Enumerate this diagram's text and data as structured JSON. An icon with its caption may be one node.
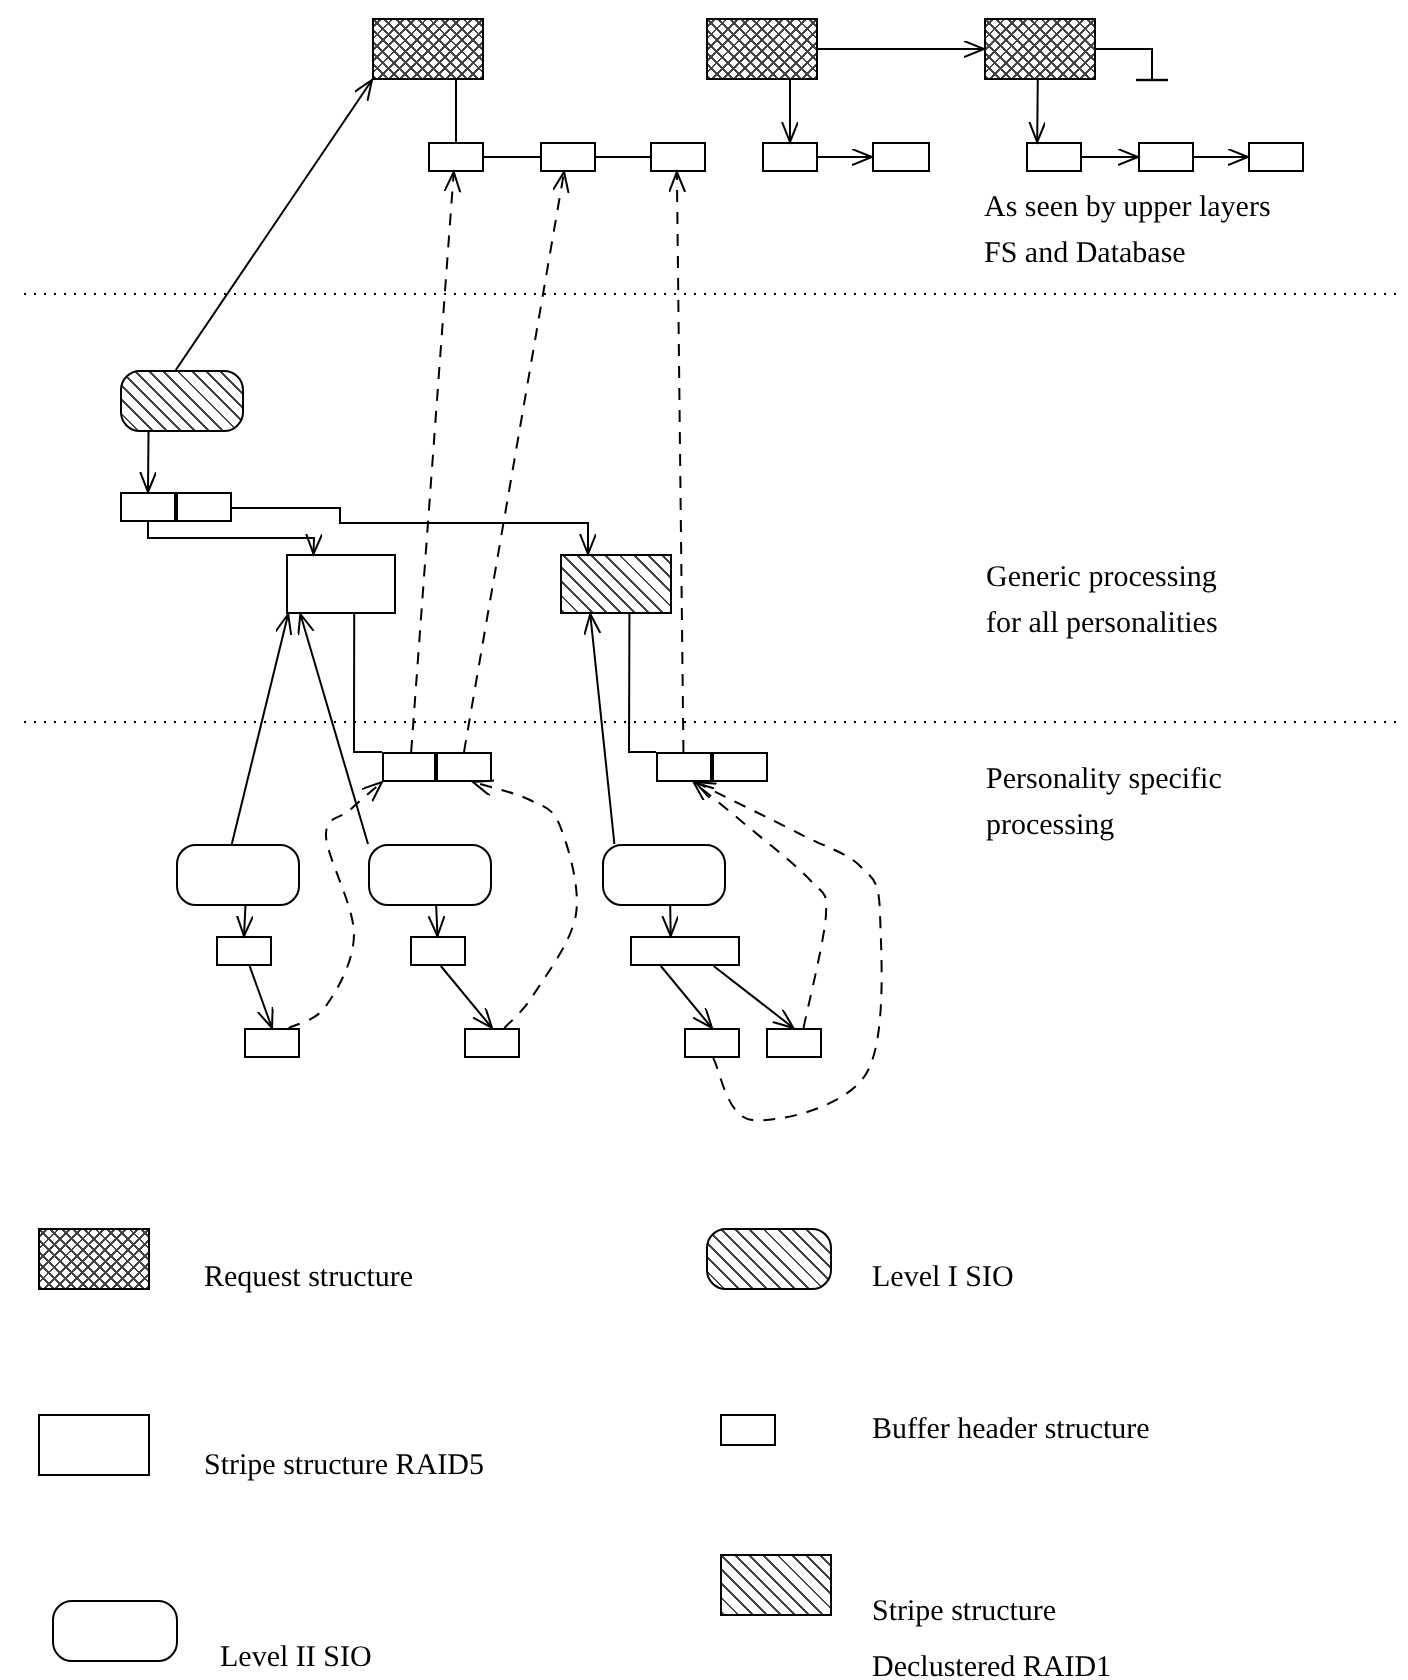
{
  "diagram": {
    "nodes": [
      {
        "text": [],
        "shape": "box"
      },
      {
        "text": [],
        "shape": "box"
      },
      {
        "text": [],
        "shape": "box"
      },
      {
        "text": [],
        "shape": "box"
      },
      {
        "text": [],
        "shape": "box"
      },
      {
        "text": [],
        "shape": "box"
      },
      {
        "text": [],
        "shape": "box"
      },
      {
        "text": [],
        "shape": "box"
      },
      {
        "text": [],
        "shape": "box"
      },
      {
        "text": [],
        "shape": "box"
      },
      {
        "text": [],
        "shape": "box"
      },
      {
        "text": [],
        "shape": "rounded"
      },
      {
        "text": [],
        "shape": "box"
      },
      {
        "text": [],
        "shape": "box"
      },
      {
        "text": [],
        "shape": "box"
      },
      {
        "text": [],
        "shape": "box"
      },
      {
        "text": [],
        "shape": "box"
      },
      {
        "text": [],
        "shape": "box"
      },
      {
        "text": [],
        "shape": "box"
      },
      {
        "text": [],
        "shape": "box"
      },
      {
        "text": [],
        "shape": "rounded"
      },
      {
        "text": [],
        "shape": "rounded"
      },
      {
        "text": [],
        "shape": "rounded"
      },
      {
        "text": [],
        "shape": "box"
      },
      {
        "text": [],
        "shape": "box"
      },
      {
        "text": [],
        "shape": "box"
      },
      {
        "text": [],
        "shape": "box"
      },
      {
        "text": [],
        "shape": "box"
      },
      {
        "text": [],
        "shape": "box"
      },
      {
        "text": [],
        "shape": "box"
      }
    ],
    "edges": [
      {
        "from": 11,
        "to": 0,
        "arrow": "to"
      },
      {
        "from": 0,
        "to": 1,
        "arrow": "none"
      },
      {
        "from": 1,
        "to": 2,
        "arrow": "none"
      },
      {
        "from": 2,
        "to": 3,
        "arrow": "none"
      },
      {
        "from": 4,
        "to": 6,
        "arrow": "to"
      },
      {
        "from": 6,
        "to": 7,
        "arrow": "to"
      },
      {
        "from": 4,
        "to": 5,
        "arrow": "to"
      },
      {
        "from": 5,
        "to": 8,
        "arrow": "to"
      },
      {
        "from": 8,
        "to": 9,
        "arrow": "to"
      },
      {
        "from": 9,
        "to": 10,
        "arrow": "to"
      },
      {
        "from": 5,
        "to": null,
        "arrow": "other"
      },
      {
        "from": 11,
        "to": 12,
        "arrow": "to"
      },
      {
        "from": 12,
        "to": 14,
        "arrow": "to"
      },
      {
        "from": 13,
        "to": 15,
        "arrow": "to"
      },
      {
        "from": 14,
        "to": 16,
        "arrow": "none"
      },
      {
        "from": 15,
        "to": 18,
        "arrow": "none"
      },
      {
        "from": 16,
        "to": 1,
        "arrow": "to",
        "style": "dashed"
      },
      {
        "from": 17,
        "to": 2,
        "arrow": "to",
        "style": "dashed"
      },
      {
        "from": 18,
        "to": 3,
        "arrow": "to",
        "style": "dashed"
      },
      {
        "from": 20,
        "to": 14,
        "arrow": "to"
      },
      {
        "from": 21,
        "to": 14,
        "arrow": "to"
      },
      {
        "from": 22,
        "to": 15,
        "arrow": "to"
      },
      {
        "from": 20,
        "to": 23,
        "arrow": "to"
      },
      {
        "from": 21,
        "to": 24,
        "arrow": "to"
      },
      {
        "from": 22,
        "to": 25,
        "arrow": "to"
      },
      {
        "from": 23,
        "to": 26,
        "arrow": "to"
      },
      {
        "from": 24,
        "to": 27,
        "arrow": "to"
      },
      {
        "from": 25,
        "to": 28,
        "arrow": "to"
      },
      {
        "from": 25,
        "to": 29,
        "arrow": "to"
      },
      {
        "from": 26,
        "to": 16,
        "arrow": "to",
        "style": "dashed"
      },
      {
        "from": 27,
        "to": 17,
        "arrow": "to",
        "style": "dashed"
      },
      {
        "from": 29,
        "to": 18,
        "arrow": "to",
        "style": "dashed"
      },
      {
        "from": 28,
        "to": 18,
        "arrow": "to",
        "style": "dashed"
      }
    ],
    "labels": [
      "As seen by upper layers FS and Database",
      "Generic processing for all personalities",
      "Personality specific processing"
    ],
    "legend": [
      {
        "text": "Request structure"
      },
      {
        "text": "Level I SIO"
      },
      {
        "text": "Stripe structure RAID5"
      },
      {
        "text": "Buffer header structure"
      },
      {
        "text": "Level II SIO"
      },
      {
        "text": "Stripe structure Declustered RAID1"
      }
    ]
  }
}
